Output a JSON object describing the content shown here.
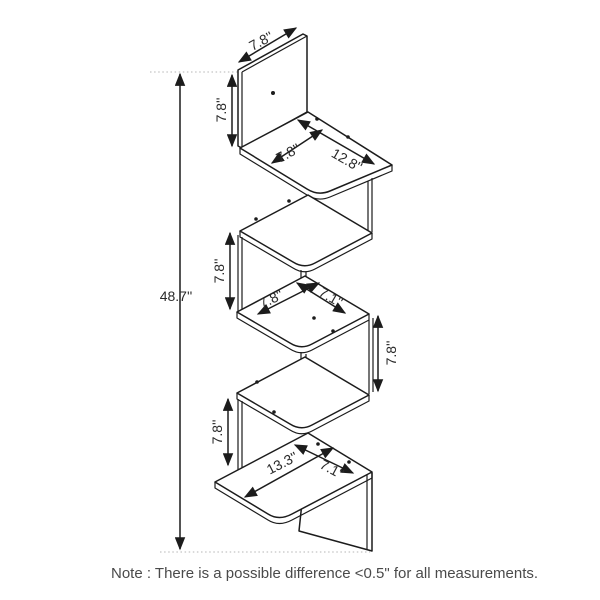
{
  "diagram": {
    "type": "furniture-dimension-drawing",
    "subject": "5-tier zig-zag corner wall shelf",
    "note": "Note : There is a possible difference <0.5\" for all measurements.",
    "dimensions": {
      "top_panel_width": "7.8''",
      "top_panel_height": "7.8''",
      "total_height": "48.7''",
      "shelf1_depth": "7.8''",
      "shelf1_width": "12.8''",
      "gap_2_3": "7.8''",
      "shelf3_depth": "7.8''",
      "shelf3_width": "7.1''",
      "gap_3_4": "7.8''",
      "gap_4_5": "7.8''",
      "shelf5_width": "13.3''",
      "shelf5_depth": "7.1''"
    }
  }
}
